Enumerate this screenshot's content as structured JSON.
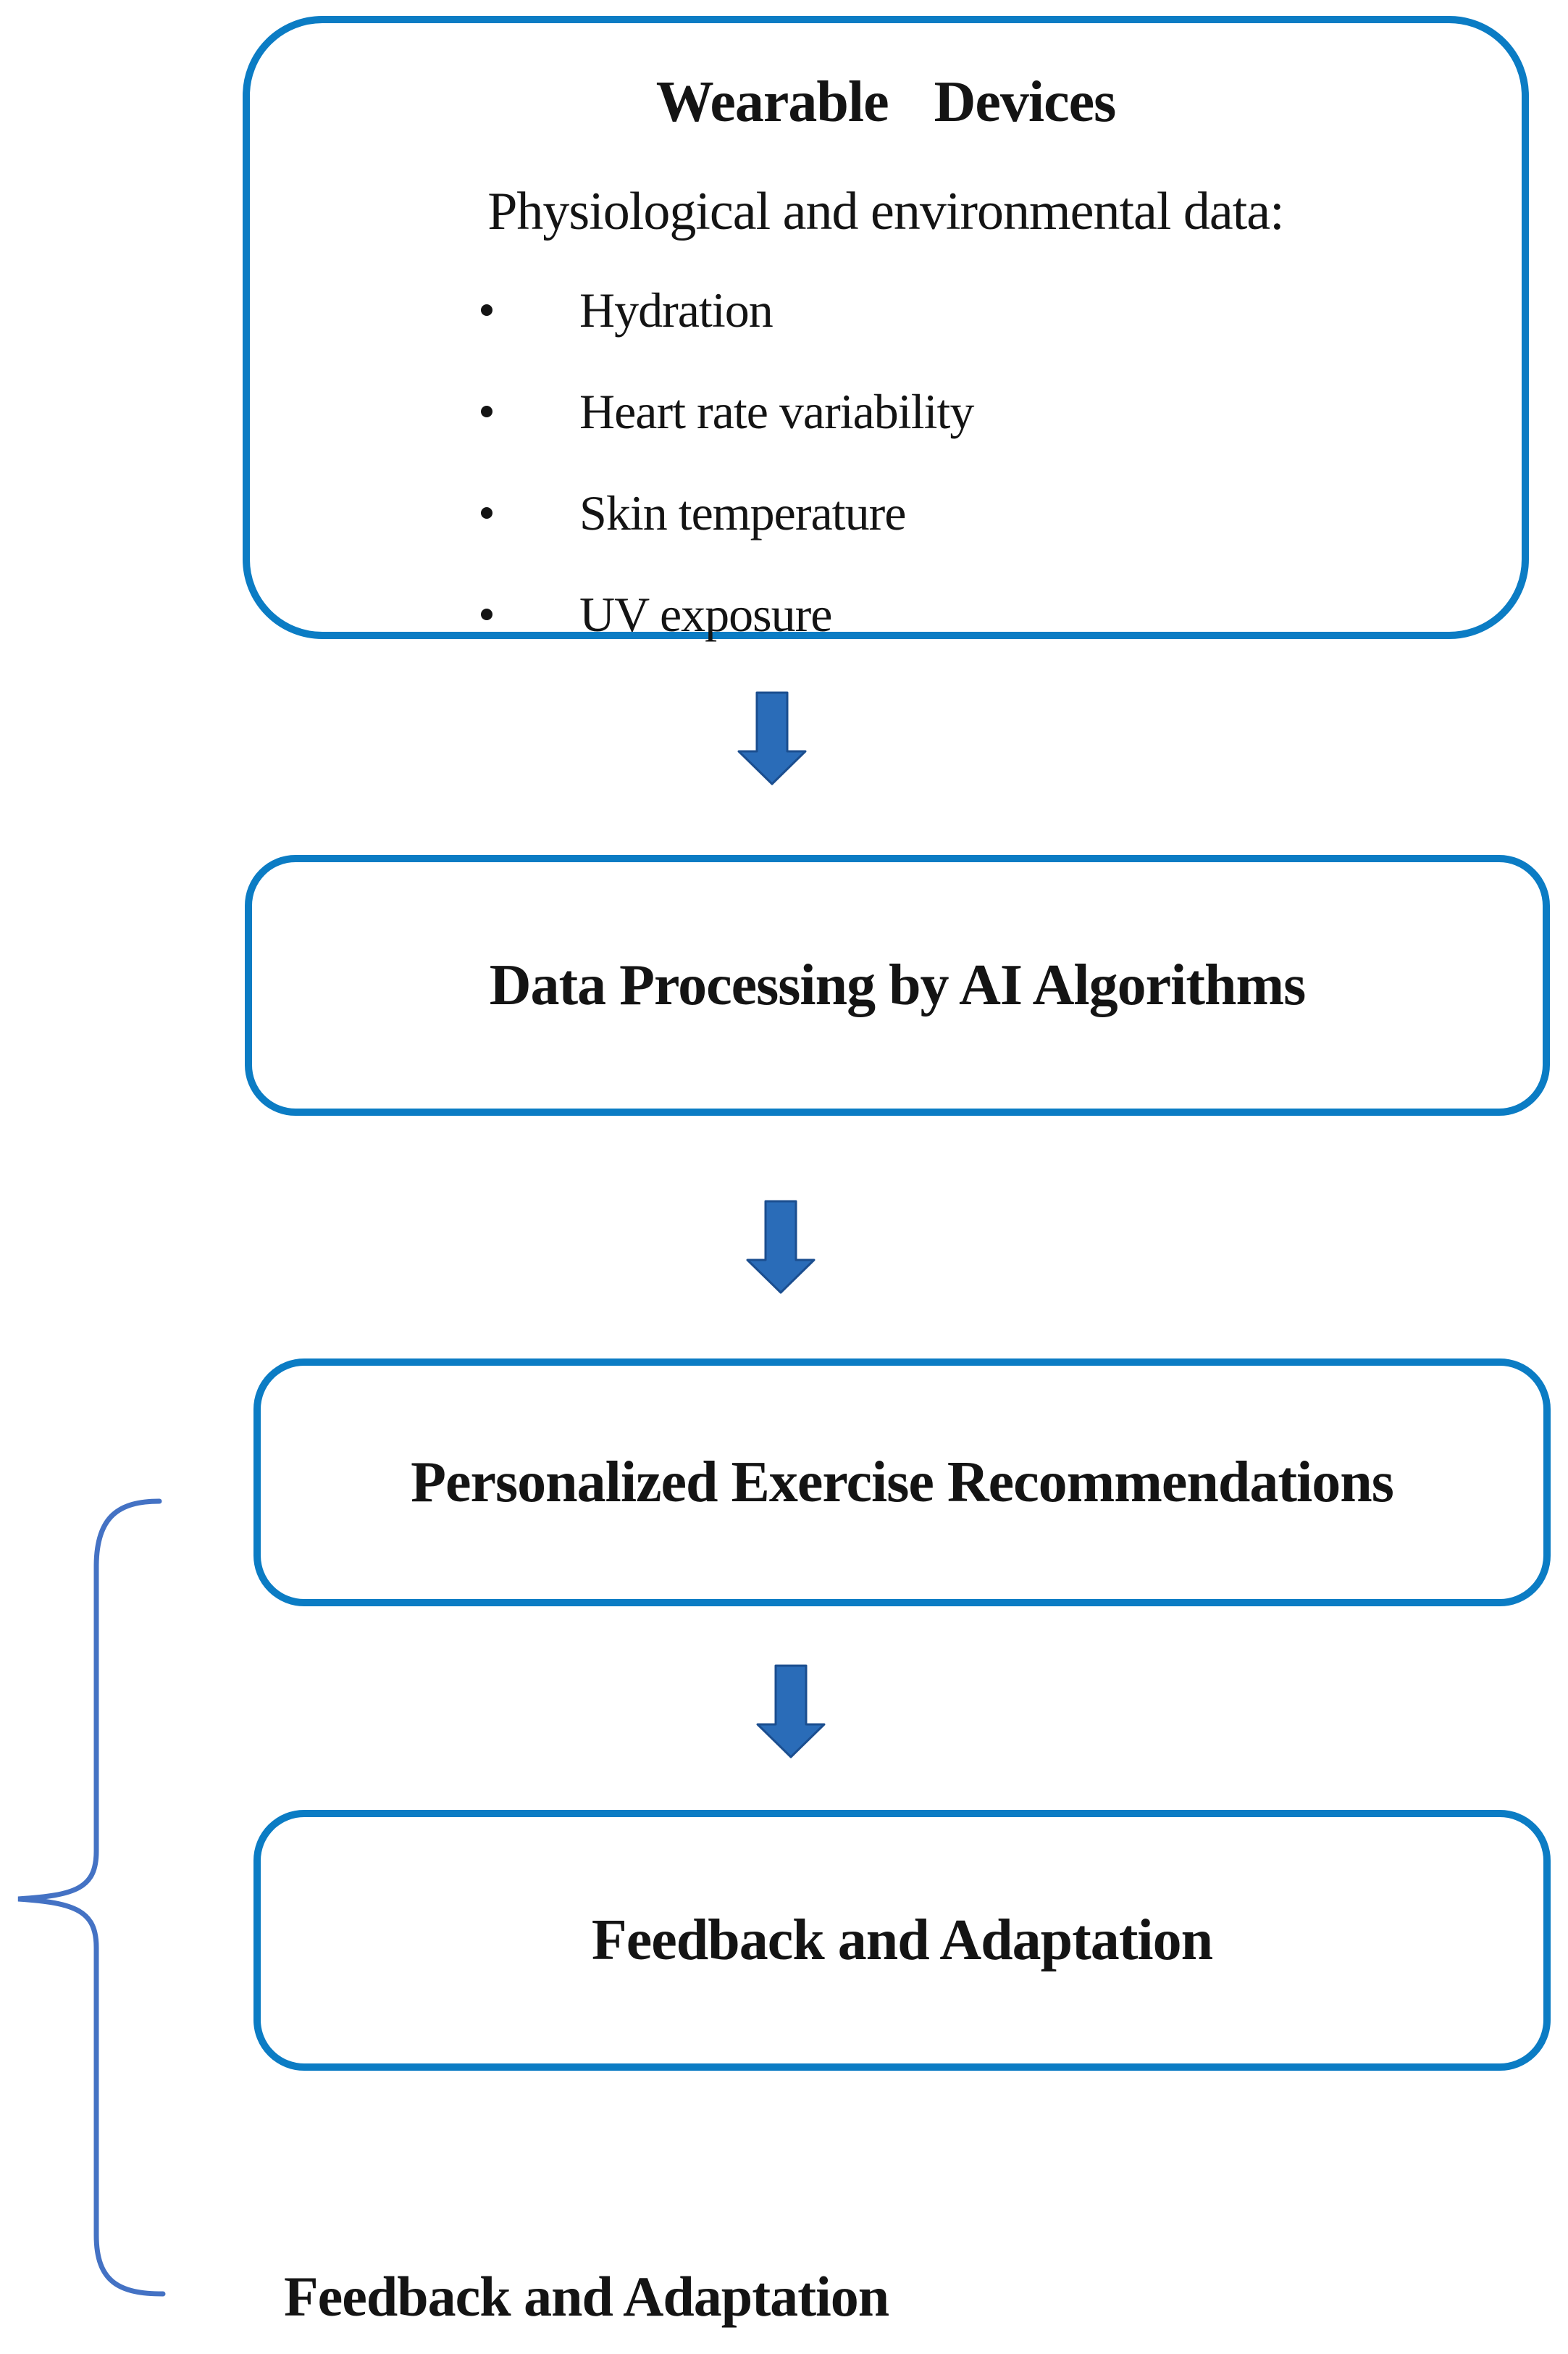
{
  "flow": {
    "wearable_box": {
      "title": "Wearable Devices",
      "subtitle": "Physiological and environmental data:",
      "bullets": [
        "Hydration",
        "Heart rate variability",
        "Skin temperature",
        "UV exposure"
      ]
    },
    "processing_box": {
      "label": "Data Processing by AI Algorithms"
    },
    "recommendations_box": {
      "label": "Personalized Exercise Recommendations"
    },
    "feedback_box": {
      "label": "Feedback and Adaptation"
    },
    "footer_label": "Feedback and Adaptation",
    "icons": {
      "down_arrow": "down-block-arrow-icon",
      "brace": "left-curly-brace-icon",
      "bullet": "bullet-dot-icon"
    },
    "colors": {
      "box_border": "#0b7cc4",
      "arrow_fill": "#2a6cb8",
      "arrow_stroke": "#1b4e8f",
      "brace": "#4472c4",
      "text": "#141414",
      "background": "#ffffff"
    }
  }
}
